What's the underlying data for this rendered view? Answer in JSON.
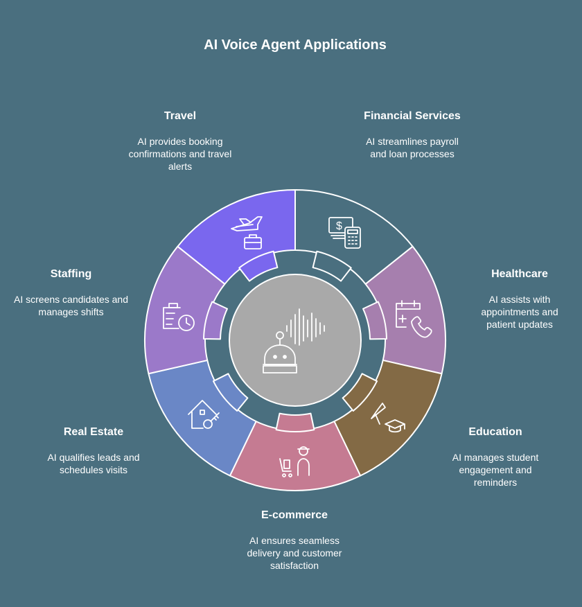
{
  "title": "AI Voice Agent Applications",
  "colors": {
    "background": "#4a6f7f",
    "center": "#a9a9a9",
    "travel": "#7a67ee",
    "financial_services": "#4a6f7f",
    "healthcare": "#a67fae",
    "education": "#836a45",
    "ecommerce": "#c57b92",
    "real_estate": "#6a87c6",
    "staffing": "#9b79c9"
  },
  "sectors": [
    {
      "id": "travel",
      "name": "Travel",
      "description": "AI provides booking confirmations and travel alerts",
      "icon": "airplane-briefcase-icon"
    },
    {
      "id": "financial_services",
      "name": "Financial Services",
      "description": "AI streamlines payroll and loan processes",
      "icon": "money-calculator-icon"
    },
    {
      "id": "healthcare",
      "name": "Healthcare",
      "description": "AI assists with appointments and patient updates",
      "icon": "calendar-medical-phone-icon"
    },
    {
      "id": "education",
      "name": "Education",
      "description": "AI manages student engagement and reminders",
      "icon": "desk-lamp-graduation-cap-icon"
    },
    {
      "id": "ecommerce",
      "name": "E-commerce",
      "description": "AI ensures seamless delivery and customer satisfaction",
      "icon": "delivery-person-cart-icon"
    },
    {
      "id": "real_estate",
      "name": "Real Estate",
      "description": "AI qualifies leads and schedules visits",
      "icon": "house-key-icon"
    },
    {
      "id": "staffing",
      "name": "Staffing",
      "description": "AI screens candidates and manages shifts",
      "icon": "clipboard-clock-icon"
    }
  ],
  "center_icon": "robot-voice-wave-icon"
}
